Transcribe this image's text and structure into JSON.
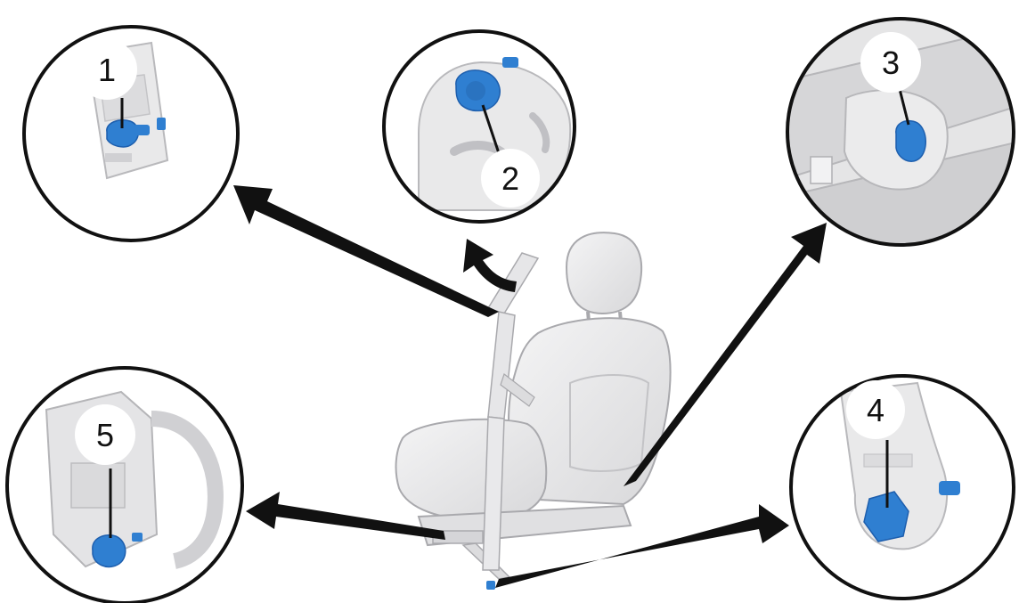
{
  "callouts": [
    {
      "label": "1",
      "part": "bolt"
    },
    {
      "label": "2",
      "part": "bolt"
    },
    {
      "label": "3",
      "part": "bolt"
    },
    {
      "label": "4",
      "part": "bolt"
    },
    {
      "label": "5",
      "part": "bolt"
    }
  ],
  "colors": {
    "fastener": "#2f7fd1",
    "fastener_dark": "#1e5fae",
    "arrow": "#111111",
    "outline": "#111111",
    "part_fill": "#e9e9ea",
    "part_stroke": "#b9b9bc"
  },
  "icons": [
    "car-seat-illustration",
    "seat-belt-anchor-icon",
    "bolt-icon",
    "pointer-arrow-icon"
  ]
}
